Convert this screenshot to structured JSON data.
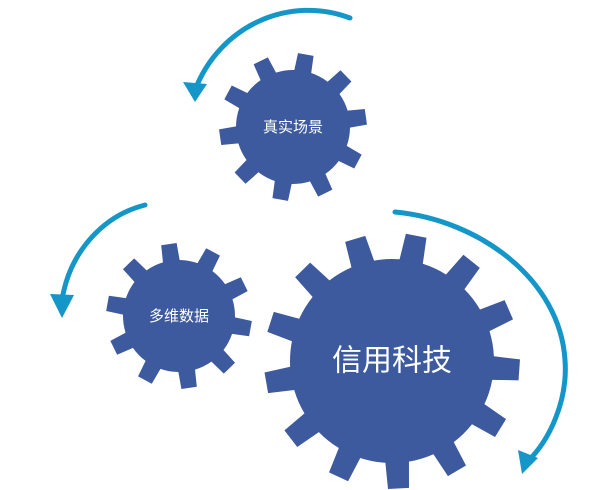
{
  "colors": {
    "gear": "#3d5a9e",
    "arrow": "#1596c8",
    "label": "#ffffff"
  },
  "gears": [
    {
      "id": "scene",
      "label": "真实场景",
      "icon": "gear-icon"
    },
    {
      "id": "data",
      "label": "多维数据",
      "icon": "gear-icon"
    },
    {
      "id": "fintech",
      "label": "信用科技",
      "icon": "gear-icon"
    }
  ],
  "arrows": [
    {
      "id": "top",
      "icon": "curved-arrow-icon",
      "direction": "counterclockwise"
    },
    {
      "id": "left",
      "icon": "curved-arrow-icon",
      "direction": "counterclockwise"
    },
    {
      "id": "right",
      "icon": "curved-arrow-icon",
      "direction": "clockwise"
    }
  ]
}
